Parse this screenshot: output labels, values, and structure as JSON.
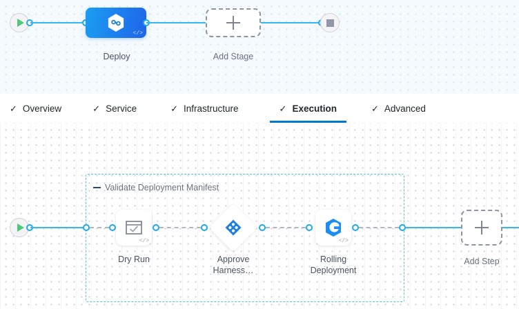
{
  "stage_canvas": {
    "start_node": {
      "icon": "play-icon",
      "name": "pipeline-start"
    },
    "end_node": {
      "icon": "stop-icon",
      "name": "pipeline-end"
    },
    "stages": [
      {
        "label": "Deploy",
        "icon": "harness-hexagon-icon",
        "code_badge": "</>"
      }
    ],
    "add_stage": {
      "label": "Add Stage",
      "icon": "plus-icon"
    }
  },
  "tabs": [
    {
      "label": "Overview",
      "check": "✓",
      "active": false
    },
    {
      "label": "Service",
      "check": "✓",
      "active": false
    },
    {
      "label": "Infrastructure",
      "check": "✓",
      "active": false
    },
    {
      "label": "Execution",
      "check": "✓",
      "active": true
    },
    {
      "label": "Advanced",
      "check": "✓",
      "active": false
    }
  ],
  "execution": {
    "start_node": {
      "icon": "play-icon"
    },
    "step_group": {
      "title": "Validate Deployment Manifest",
      "collapse_icon": "minus-icon"
    },
    "steps": [
      {
        "label": "Dry Run",
        "icon": "dry-run-check-window-icon",
        "shape": "rounded",
        "code_badge": "</>"
      },
      {
        "label": "Approve Harness…",
        "icon": "harness-approval-diamond-icon",
        "shape": "diamond",
        "code_badge": ""
      },
      {
        "label": "Rolling Deployment",
        "icon": "rolling-deployment-icon",
        "shape": "rounded",
        "code_badge": "</>"
      }
    ],
    "add_step": {
      "label": "Add Step",
      "icon": "plus-icon"
    }
  },
  "colors": {
    "accent_blue": "#0278d5",
    "connector_blue": "#37b6f0",
    "group_border": "#4fc4f0",
    "stage_gradient_from": "#1b9ef0",
    "stage_gradient_to": "#2065e8",
    "play_green": "#4dc97a",
    "stop_gray": "#9296a6",
    "dashed_connector": "#b0b6c4"
  }
}
